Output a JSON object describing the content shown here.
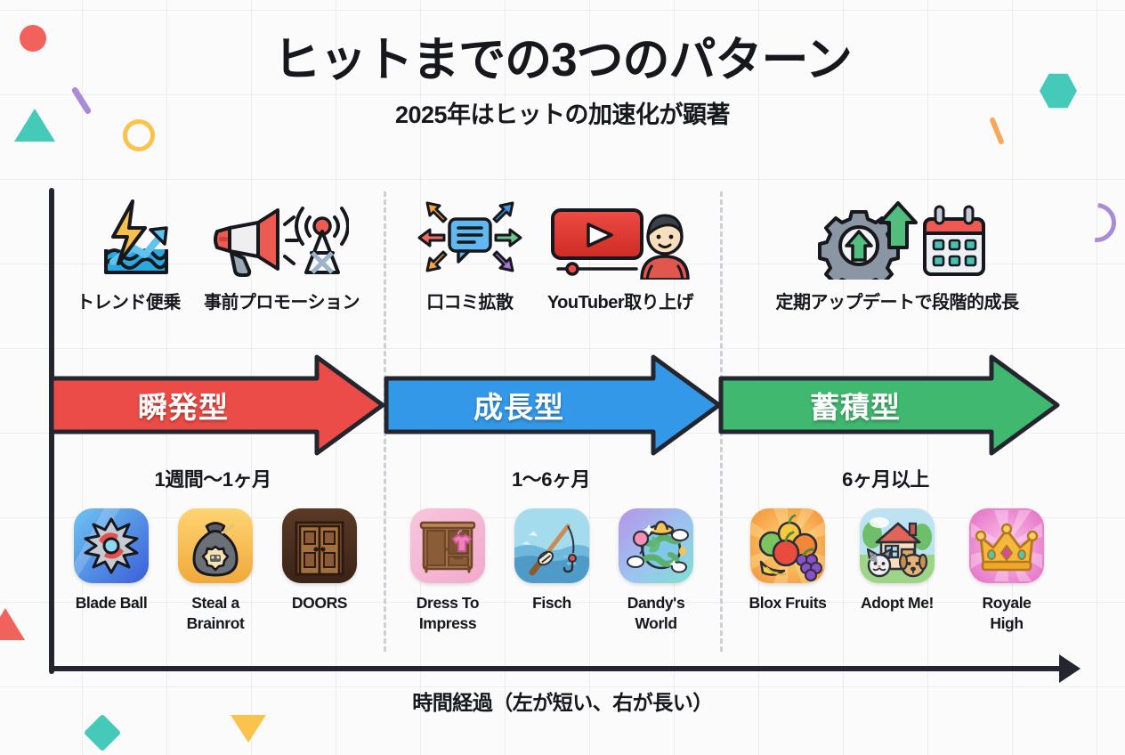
{
  "header": {
    "title": "ヒットまでの3つのパターン",
    "subtitle": "2025年はヒットの加速化が顕著"
  },
  "axis": {
    "x_label": "時間経過（左が短い、右が長い）"
  },
  "colors": {
    "red": "#EC4C47",
    "blue": "#3498E8",
    "green": "#40B870",
    "outline": "#23262E",
    "text": "#16181D",
    "grid": "#E8E8EA"
  },
  "phases": [
    {
      "id": "burst",
      "arrow_label": "瞬発型",
      "arrow_color": "#EC4C47",
      "duration": "1週間〜1ヶ月",
      "drivers": [
        {
          "label": "トレンド便乗",
          "icon": "lightning-trend-icon"
        },
        {
          "label": "事前プロモーション",
          "icon": "megaphone-broadcast-icon"
        }
      ],
      "games": [
        {
          "name": "Blade Ball",
          "icon": "blade-ball-icon"
        },
        {
          "name": "Steal a Brainrot",
          "icon": "money-bag-icon"
        },
        {
          "name": "DOORS",
          "icon": "double-doors-icon"
        }
      ]
    },
    {
      "id": "growth",
      "arrow_label": "成長型",
      "arrow_color": "#3498E8",
      "duration": "1〜6ヶ月",
      "drivers": [
        {
          "label": "口コミ拡散",
          "icon": "word-of-mouth-icon"
        },
        {
          "label": "YouTuber取り上げ",
          "icon": "youtuber-icon"
        }
      ],
      "games": [
        {
          "name": "Dress To Impress",
          "icon": "wardrobe-icon"
        },
        {
          "name": "Fisch",
          "icon": "fishing-rod-icon"
        },
        {
          "name": "Dandy's World",
          "icon": "globe-balloon-icon"
        }
      ]
    },
    {
      "id": "accumulate",
      "arrow_label": "蓄積型",
      "arrow_color": "#40B870",
      "duration": "6ヶ月以上",
      "drivers": [
        {
          "label": "定期アップデートで段階的成長",
          "icon": "gear-calendar-update-icon"
        }
      ],
      "games": [
        {
          "name": "Blox Fruits",
          "icon": "fruits-icon"
        },
        {
          "name": "Adopt Me!",
          "icon": "house-pets-icon"
        },
        {
          "name": "Royale High",
          "icon": "crown-icon"
        }
      ]
    }
  ]
}
